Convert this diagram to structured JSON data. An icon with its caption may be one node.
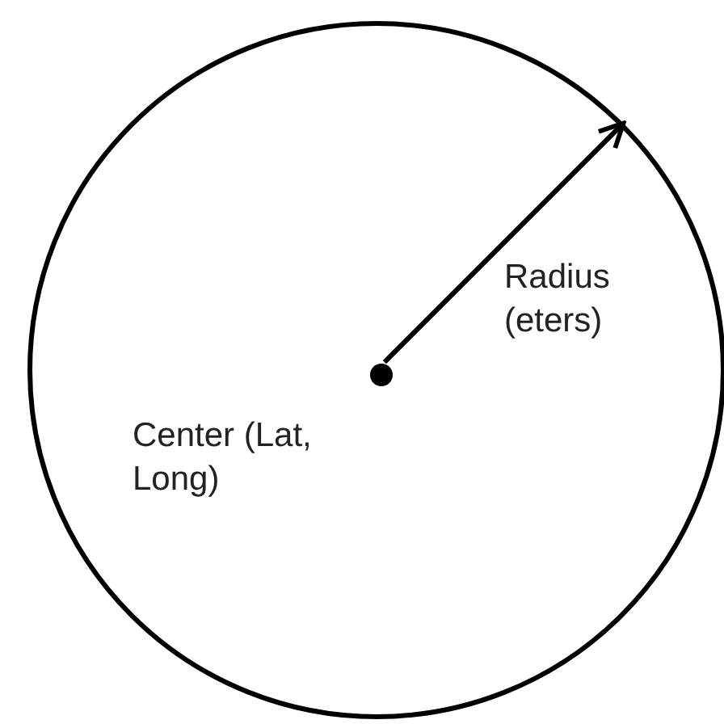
{
  "diagram": {
    "nodes": [
      {
        "text": [],
        "shape": "circle"
      },
      {
        "text": [],
        "shape": "circle",
        "in": 0,
        "beside": [
          "Center (Lat, Long)"
        ]
      }
    ],
    "edges": [
      {
        "from": 1,
        "to": 0,
        "arrow": "to",
        "label": "Radius (eters)"
      }
    ]
  }
}
